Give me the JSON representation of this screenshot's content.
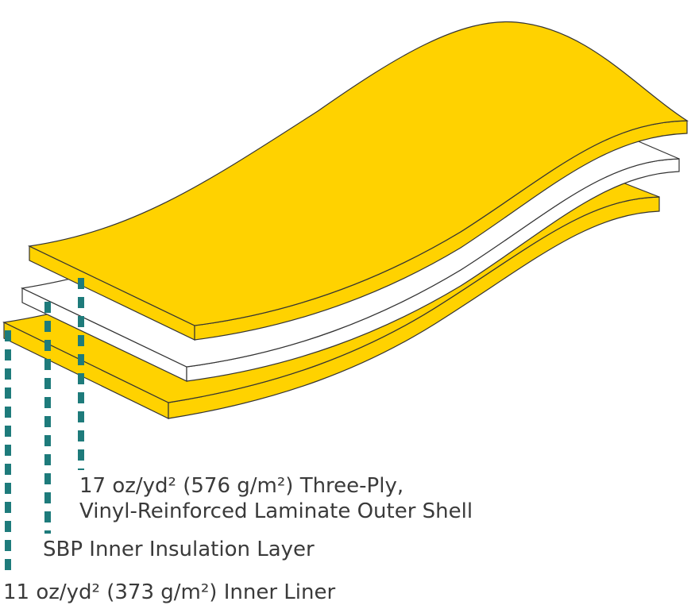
{
  "colors": {
    "shell": "#FFD200",
    "insulation": "#FFFFFF",
    "outline": "#333333",
    "leader": "#1E7B7B",
    "text": "#3A3A3A"
  },
  "layers": [
    {
      "id": "outer-shell",
      "label_lines": [
        "17 oz/yd² (576 g/m²) Three-Ply,",
        "Vinyl-Reinforced Laminate Outer Shell"
      ]
    },
    {
      "id": "inner-insulation",
      "label_lines": [
        "SBP Inner Insulation Layer"
      ]
    },
    {
      "id": "inner-liner",
      "label_lines": [
        "11 oz/yd² (373 g/m²) Inner Liner"
      ]
    }
  ]
}
